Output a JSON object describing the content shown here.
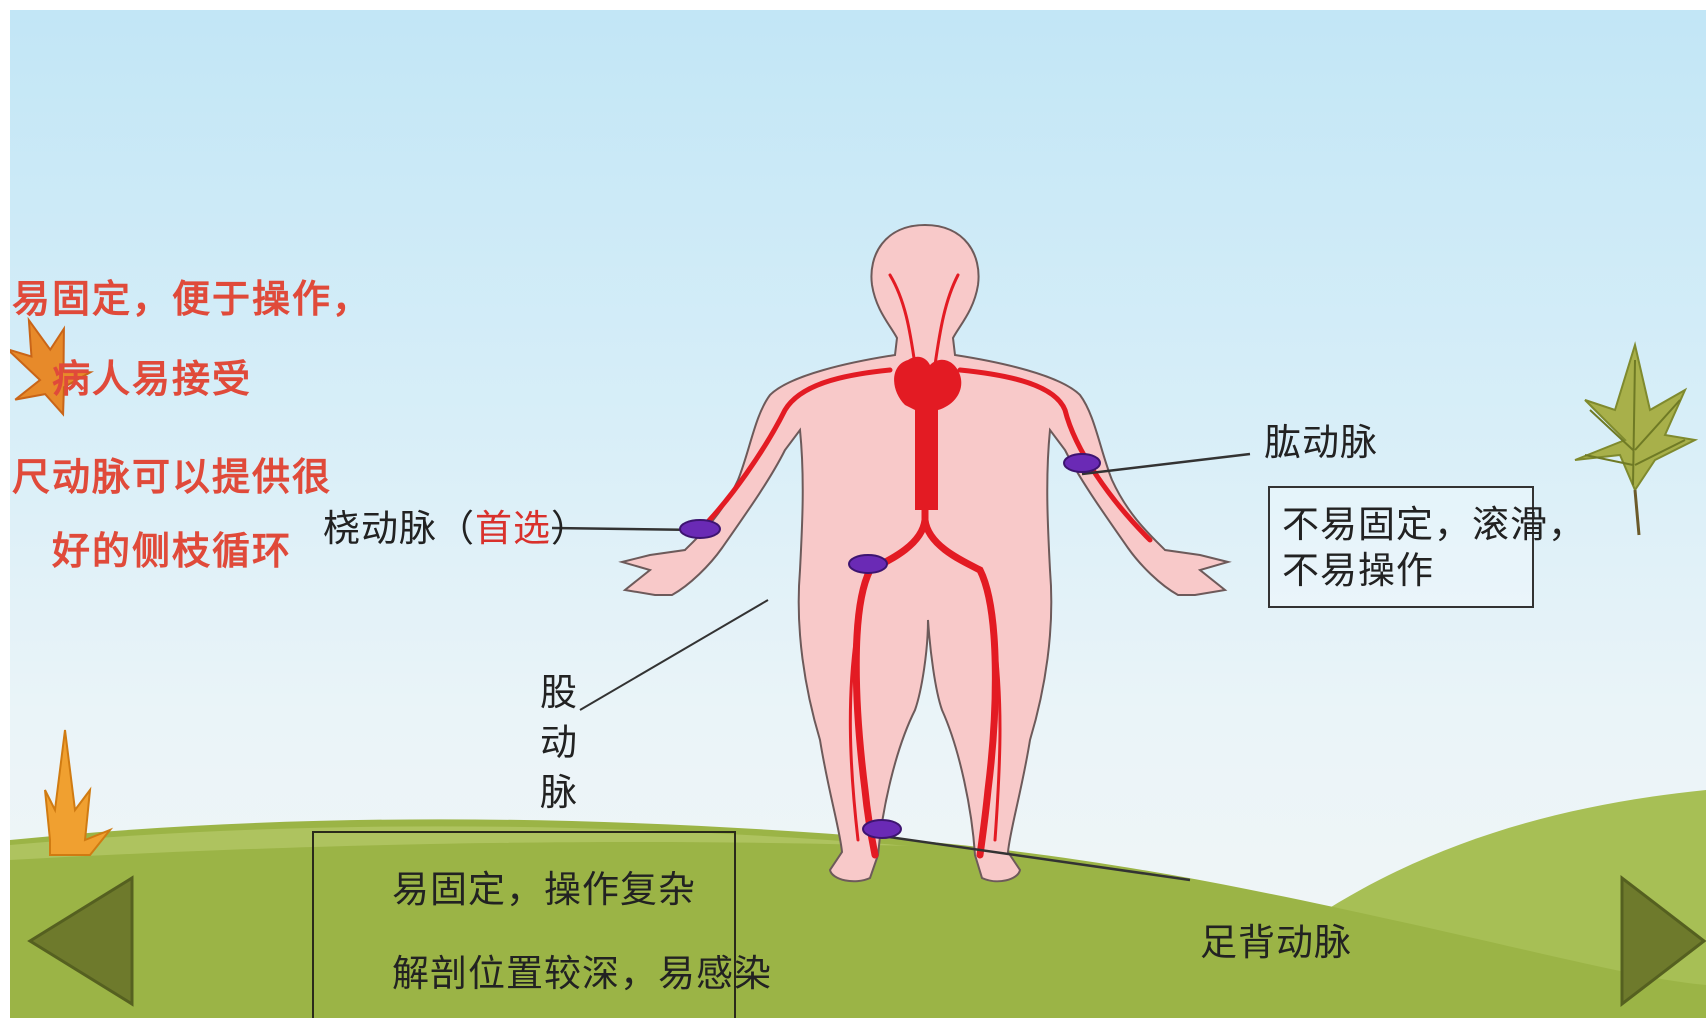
{
  "left_notes": {
    "line1": "易固定，便于操作，",
    "line2": "病人易接受",
    "line3": "尺动脉可以提供很",
    "line4": "好的侧枝循环"
  },
  "labels": {
    "radial_prefix": "桡动脉（",
    "radial_preferred": "首选",
    "radial_suffix": "）",
    "brachial": "肱动脉",
    "femoral_1": "股",
    "femoral_2": "动",
    "femoral_3": "脉",
    "dorsalis_pedis": "足背动脉"
  },
  "right_box": {
    "line1": "不易固定，滚滑，",
    "line2": "不易操作"
  },
  "bottom_box": {
    "line1": "易固定，操作复杂",
    "line2": "解剖位置较深，易感染"
  },
  "colors": {
    "artery": "#e31b23",
    "puncture_site": "#6a2ab5",
    "body": "#f8c9c9",
    "hill": "#9bb446"
  },
  "icons": [
    "maple-leaf-icon",
    "prev-arrow-icon",
    "next-arrow-icon"
  ]
}
